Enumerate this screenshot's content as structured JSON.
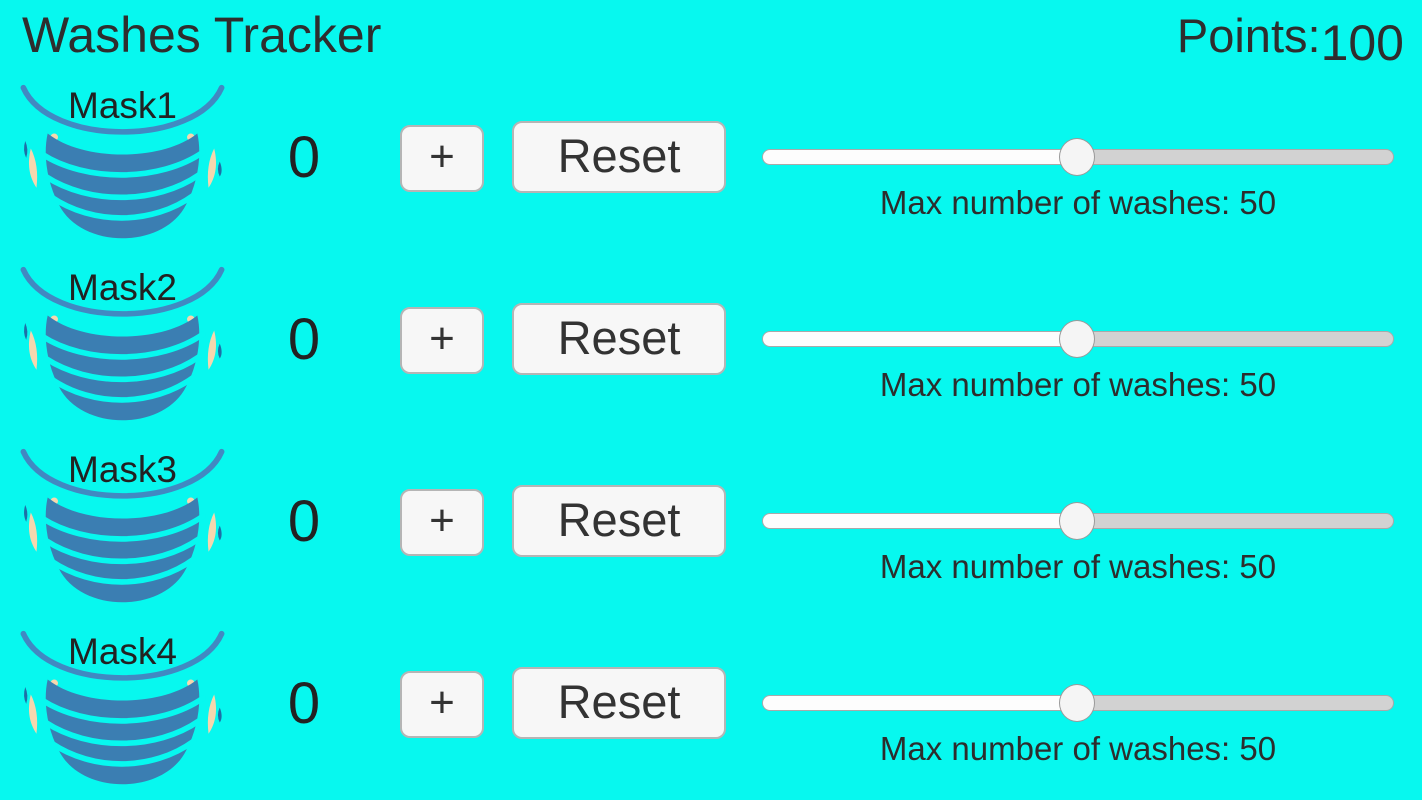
{
  "app": {
    "title": "Washes Tracker",
    "points_label": "Points:",
    "points_value": "100"
  },
  "rows": [
    {
      "name": "Mask1",
      "count": "0",
      "plus_label": "+",
      "reset_label": "Reset",
      "slider_percent": 50,
      "max_label": "Max number of washes: 50"
    },
    {
      "name": "Mask2",
      "count": "0",
      "plus_label": "+",
      "reset_label": "Reset",
      "slider_percent": 50,
      "max_label": "Max number of washes: 50"
    },
    {
      "name": "Mask3",
      "count": "0",
      "plus_label": "+",
      "reset_label": "Reset",
      "slider_percent": 50,
      "max_label": "Max number of washes: 50"
    },
    {
      "name": "Mask4",
      "count": "0",
      "plus_label": "+",
      "reset_label": "Reset",
      "slider_percent": 50,
      "max_label": "Max number of washes: 50"
    }
  ],
  "colors": {
    "bg": "#07f8ef",
    "text": "#2e2e2e",
    "mask": "#3b7eb2",
    "loop": "#4189c2",
    "peach": "#f6d7ae",
    "darkblue": "#1f6ea6",
    "btn_bg": "#f7f7f7",
    "btn_border": "#b5b5b5",
    "track_left": "#fdfdfd",
    "track_right": "#d2d2d2",
    "thumb": "#f5f5f5"
  }
}
